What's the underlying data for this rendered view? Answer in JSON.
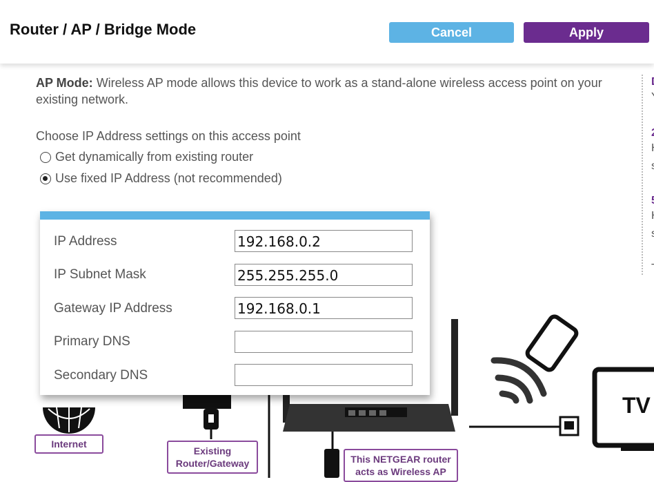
{
  "header": {
    "title": "Router / AP / Bridge Mode",
    "cancel_label": "Cancel",
    "apply_label": "Apply"
  },
  "ap_mode": {
    "label": "AP Mode:",
    "description": "Wireless AP mode allows this device to work as a stand-alone wireless access point on your existing network."
  },
  "ip_settings": {
    "prompt": "Choose IP Address settings on this access point",
    "options": [
      {
        "label": "Get dynamically from existing router",
        "selected": false
      },
      {
        "label": "Use fixed IP Address (not recommended)",
        "selected": true
      }
    ]
  },
  "fields": [
    {
      "label": "IP Address",
      "value": "192.168.0.2"
    },
    {
      "label": "IP Subnet Mask",
      "value": "255.255.255.0"
    },
    {
      "label": "Gateway IP Address",
      "value": "192.168.0.1"
    },
    {
      "label": "Primary DNS",
      "value": ""
    },
    {
      "label": "Secondary DNS",
      "value": ""
    }
  ],
  "right_panel": {
    "items": [
      "D",
      "Y",
      "2",
      "H",
      "s",
      "5",
      "H",
      "s",
      "T"
    ]
  },
  "diagram": {
    "internet_label": "Internet",
    "existing_label": "Existing Router/Gateway",
    "netgear_label": "This NETGEAR router acts as Wireless AP",
    "tv_label": "TV"
  },
  "colors": {
    "accent_blue": "#5db3e4",
    "accent_purple": "#6b2c8f"
  }
}
